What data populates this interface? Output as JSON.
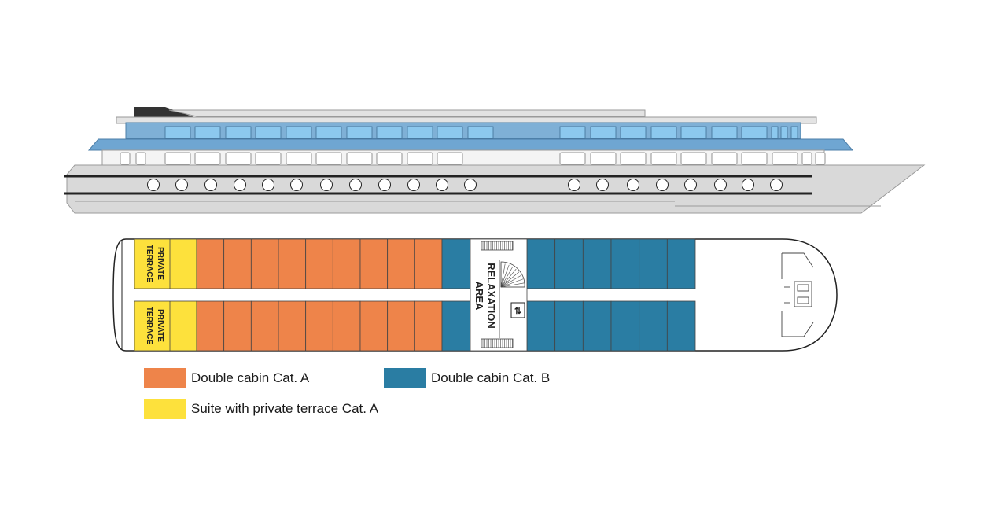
{
  "colors": {
    "cat_a": "#EE844A",
    "cat_b": "#2A7DA3",
    "suite": "#FDE13C",
    "hull": "#D9D9D9",
    "deck_blue": "#7FB0D6",
    "window_blue": "#8CC8EE",
    "outline": "#222222"
  },
  "deck_plan": {
    "terrace_label_line1": "PRIVATE",
    "terrace_label_line2": "TERRACE",
    "relaxation_line1": "RELAXATION",
    "relaxation_line2": "AREA",
    "cat_a_cabins_per_row": 9,
    "cat_b_cabins_per_row": 7
  },
  "legend": [
    {
      "label": "Double cabin Cat. A",
      "color": "#EE844A"
    },
    {
      "label": "Double cabin Cat. B",
      "color": "#2A7DA3"
    },
    {
      "label": "Suite with private terrace Cat. A",
      "color": "#FDE13C"
    }
  ]
}
